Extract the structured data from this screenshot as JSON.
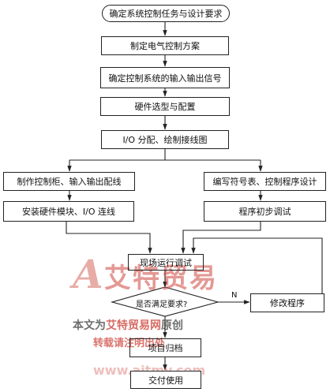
{
  "flowchart": {
    "start": "确定系统控制任务与设计要求",
    "step_scheme": "制定电气控制方案",
    "step_io_signals": "确定控制系统的输入输出信号",
    "step_hardware": "硬件选型与配置",
    "step_io_assign": "I/O 分配、绘制接线图",
    "step_cabinet": "制作控制柜、输入输出配线",
    "step_symbol": "编写符号表、控制程序设计",
    "step_install": "安装硬件模块、I/O 连线",
    "step_debug_init": "程序初步调试",
    "step_site_debug": "现场运行调试",
    "decision": "是否满足要求?",
    "decision_no": "N",
    "step_modify": "修改程序",
    "step_archive": "项目归档",
    "end": "交付使用"
  },
  "watermark": {
    "mark_letter": "A",
    "brand": "艾特贸易",
    "line1_pre": "本文为",
    "line1_brand": "艾特贸易网",
    "line1_post": "原创",
    "line2": "转载请注明出处",
    "url": "www.aitmy.com"
  }
}
